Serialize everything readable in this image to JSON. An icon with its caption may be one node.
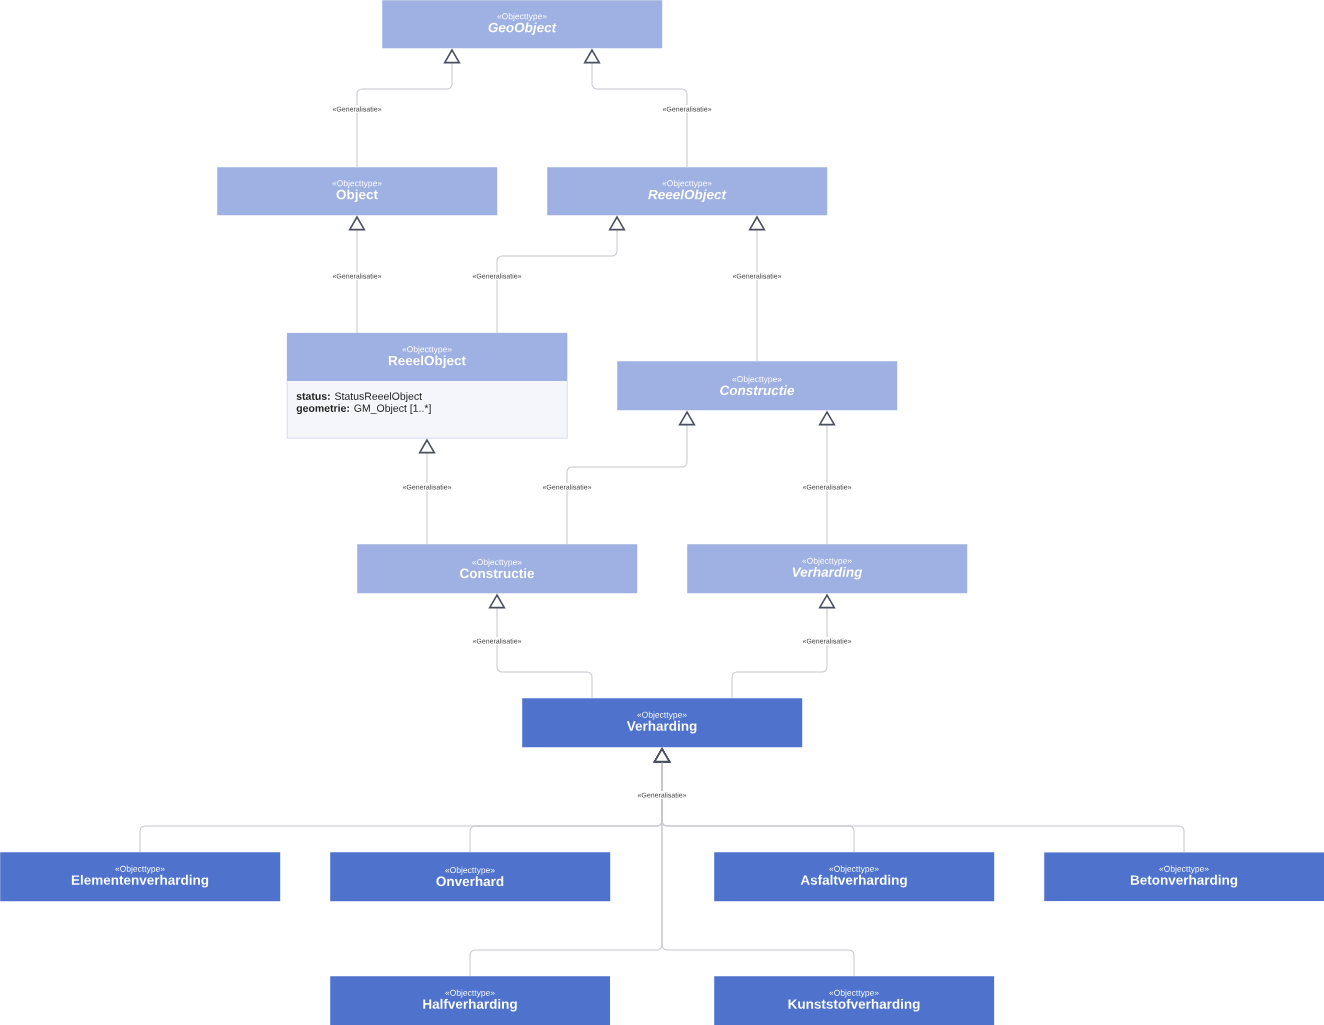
{
  "diagram": {
    "nodes": [
      {
        "text": [
          "«Objecttype»",
          "GeoObject"
        ]
      },
      {
        "text": [
          "«Objecttype»",
          "Object"
        ]
      },
      {
        "text": [
          "«Objecttype»",
          "ReeelObject"
        ]
      },
      {
        "text": [
          "«Objecttype»",
          "ReeelObject",
          "**status:** StatusReeelObject",
          "**geometrie:** GM_Object [1..*]"
        ]
      },
      {
        "text": [
          "«Objecttype»",
          "Constructie"
        ]
      },
      {
        "text": [
          "«Objecttype»",
          "Constructie"
        ]
      },
      {
        "text": [
          "«Objecttype»",
          "Verharding"
        ]
      },
      {
        "text": [
          "«Objecttype»",
          "Verharding"
        ]
      },
      {
        "text": [
          "«Objecttype»",
          "Elementenverharding"
        ]
      },
      {
        "text": [
          "«Objecttype»",
          "Onverhard"
        ]
      },
      {
        "text": [
          "«Objecttype»",
          "Asfaltverharding"
        ]
      },
      {
        "text": [
          "«Objecttype»",
          "Betonverharding"
        ]
      },
      {
        "text": [
          "«Objecttype»",
          "Halfverharding"
        ]
      },
      {
        "text": [
          "«Objecttype»",
          "Kunststofverharding"
        ]
      }
    ],
    "edges": [
      {
        "from": 1,
        "to": 0,
        "arrow": "to",
        "label": "«Generalisatie»"
      },
      {
        "from": 2,
        "to": 0,
        "arrow": "to",
        "label": "«Generalisatie»"
      },
      {
        "from": 3,
        "to": 1,
        "arrow": "to",
        "label": "«Generalisatie»"
      },
      {
        "from": 3,
        "to": 2,
        "arrow": "to",
        "label": "«Generalisatie»"
      },
      {
        "from": 4,
        "to": 2,
        "arrow": "to",
        "label": "«Generalisatie»"
      },
      {
        "from": 5,
        "to": 3,
        "arrow": "to",
        "label": "«Generalisatie»"
      },
      {
        "from": 5,
        "to": 4,
        "arrow": "to",
        "label": "«Generalisatie»"
      },
      {
        "from": 6,
        "to": 4,
        "arrow": "to",
        "label": "«Generalisatie»"
      },
      {
        "from": 7,
        "to": 5,
        "arrow": "to",
        "label": "«Generalisatie»"
      },
      {
        "from": 7,
        "to": 6,
        "arrow": "to",
        "label": "«Generalisatie»"
      },
      {
        "from": 8,
        "to": 7,
        "arrow": "to",
        "label": "«Generalisatie»"
      },
      {
        "from": 9,
        "to": 7,
        "arrow": "to"
      },
      {
        "from": 10,
        "to": 7,
        "arrow": "to"
      },
      {
        "from": 11,
        "to": 7,
        "arrow": "to"
      },
      {
        "from": 12,
        "to": 7,
        "arrow": "to"
      },
      {
        "from": 13,
        "to": 7,
        "arrow": "to"
      }
    ]
  }
}
